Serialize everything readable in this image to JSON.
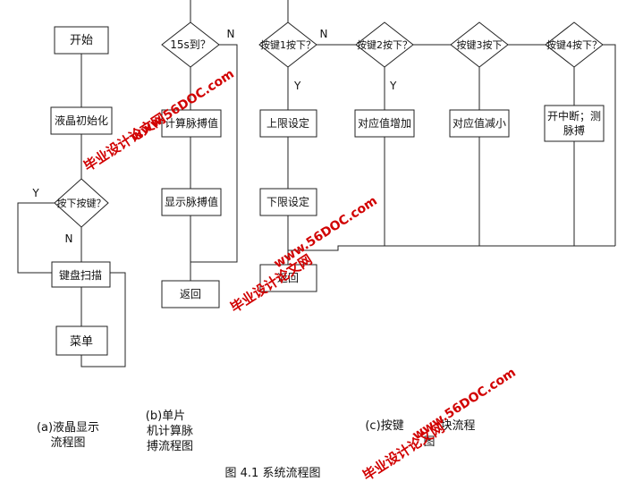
{
  "panel_a": {
    "start": "开始",
    "lcd_init": "液晶初始化",
    "key_pressed_q": "按下按键？",
    "yes": "Y",
    "no": "N",
    "keyboard_scan": "键盘扫描",
    "menu": "菜单",
    "caption_line1": "(a)液晶显示",
    "caption_line2": "流程图"
  },
  "panel_b": {
    "timer_q": "15s到？",
    "no": "N",
    "calc_pulse": "计算脉搏值",
    "show_pulse": "显示脉搏值",
    "return": "返回",
    "caption_line1": "(b)单片",
    "caption_line2": "机计算脉",
    "caption_line3": "搏流程图"
  },
  "panel_c": {
    "key1_q": "按键1按下？",
    "key1_no": "N",
    "key1_yes": "Y",
    "upper_limit": "上限设定",
    "lower_limit": "下限设定",
    "return": "返回",
    "key2_q": "按键2按下？",
    "key2_yes": "Y",
    "increase": "对应值增加",
    "key3_q": "按键3按下",
    "decrease": "对应值减小",
    "key4_q": "按键4按下？",
    "interrupt_line1": "开中断；测",
    "interrupt_line2": "脉搏",
    "caption_line1": "(c)按键",
    "caption_line2": "块流程",
    "caption_line3": "图"
  },
  "figure_caption": "图 4.1 系统流程图",
  "watermark": {
    "site_name": "毕业设计论文网",
    "url": "www.56DOC.com",
    "color": "#d10000"
  }
}
